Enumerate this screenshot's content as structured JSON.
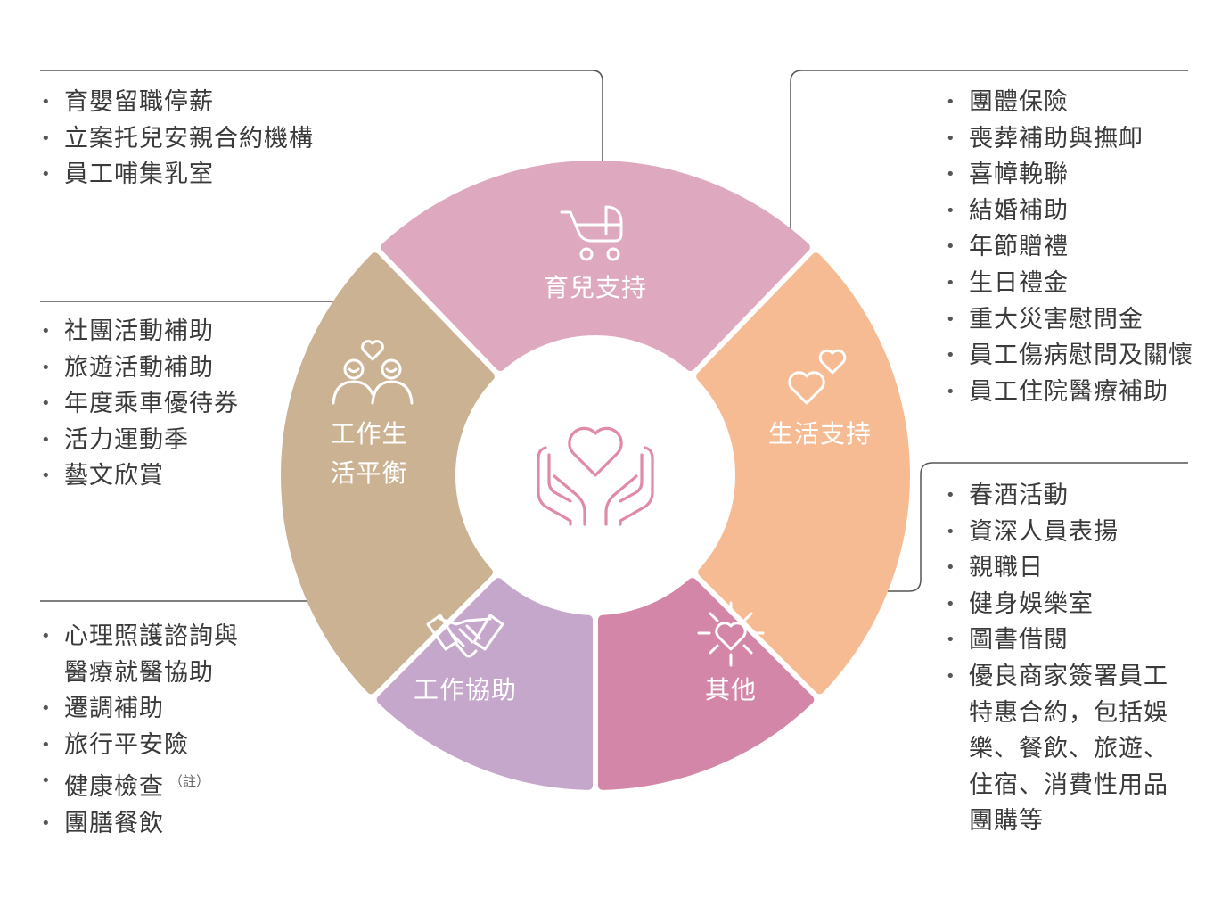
{
  "segments": {
    "childcare": {
      "label": "育兒支持",
      "color": "#dea8bf",
      "icon": "stroller-icon"
    },
    "life": {
      "label": "生活支持",
      "color": "#f6bb93",
      "icon": "hearts-icon"
    },
    "other": {
      "label": "其他",
      "color": "#d386a7",
      "icon": "sparkle-heart-icon"
    },
    "assist": {
      "label": "工作協助",
      "color": "#c4a7ca",
      "icon": "handshake-icon"
    },
    "balance": {
      "label_line1": "工作生",
      "label_line2": "活平衡",
      "color": "#cbb293",
      "icon": "couple-heart-icon"
    }
  },
  "center_icon": "hands-heart-icon",
  "lists": {
    "childcare": [
      "育嬰留職停薪",
      "立案托兒安親合約機構",
      "員工哺集乳室"
    ],
    "balance": [
      "社團活動補助",
      "旅遊活動補助",
      "年度乘車優待券",
      "活力運動季",
      "藝文欣賞"
    ],
    "assist": {
      "item1_line1": "心理照護諮詢與",
      "item1_line2": "醫療就醫協助",
      "items": [
        "遷調補助",
        "旅行平安險"
      ],
      "health_check": "健康檢查",
      "health_check_note": "（註）",
      "last": "團膳餐飲"
    },
    "life": [
      "團體保險",
      "喪葬補助與撫卹",
      "喜幛輓聯",
      "結婚補助",
      "年節贈禮",
      "生日禮金",
      "重大災害慰問金",
      "員工傷病慰問及關懷",
      "員工住院醫療補助"
    ],
    "other": {
      "items": [
        "春酒活動",
        "資深人員表揚",
        "親職日",
        "健身娛樂室",
        "圖書借閱"
      ],
      "multi_line1": "優良商家簽署員工",
      "multi_line2": "特惠合約，包括娛",
      "multi_line3": "樂、餐飲、旅遊、",
      "multi_line4": "住宿、消費性用品",
      "multi_line5": "團購等"
    }
  }
}
